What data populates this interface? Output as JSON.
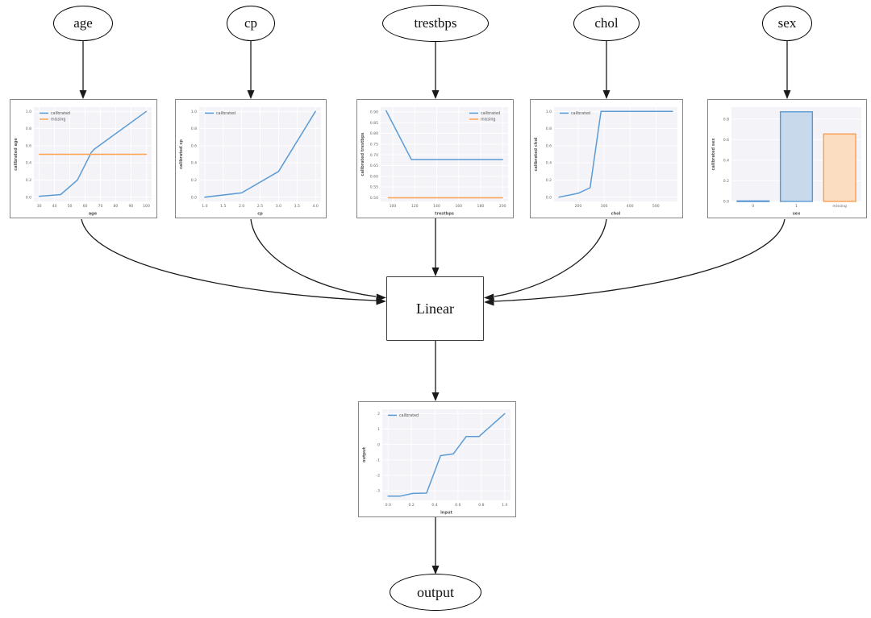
{
  "nodes": {
    "age": {
      "label": "age"
    },
    "cp": {
      "label": "cp"
    },
    "trestbps": {
      "label": "trestbps"
    },
    "chol": {
      "label": "chol"
    },
    "sex": {
      "label": "sex"
    },
    "linear": {
      "label": "Linear"
    },
    "output": {
      "label": "output"
    }
  },
  "colors": {
    "calibrated_line": "#5B9BD5",
    "missing_line": "#FFA14F",
    "plot_bg": "#f3f3f8",
    "grid": "#ffffff",
    "tick_text": "#666666",
    "axis_label_text": "#555555",
    "edge": "#1a1a1a"
  },
  "chart_data": [
    {
      "name": "age",
      "type": "line",
      "xlabel": "age",
      "ylabel": "calibrated age",
      "xlim": [
        26.5,
        103.5
      ],
      "ylim": [
        -0.05,
        1.05
      ],
      "xticks": [
        30,
        40,
        50,
        60,
        70,
        80,
        90,
        100
      ],
      "xtick_labels": [
        "30",
        "40",
        "50",
        "60",
        "70",
        "80",
        "90",
        "100"
      ],
      "yticks": [
        0.0,
        0.2,
        0.4,
        0.6,
        0.8,
        1.0
      ],
      "ytick_labels": [
        "0.0",
        "0.2",
        "0.4",
        "0.6",
        "0.8",
        "1.0"
      ],
      "legend": {
        "pos": "nw",
        "entries": [
          {
            "label": "calibrated",
            "color": "#5B9BD5"
          },
          {
            "label": "missing",
            "color": "#FFA14F"
          }
        ]
      },
      "series": [
        {
          "name": "calibrated",
          "color": "#5B9BD5",
          "points": [
            [
              30,
              0.01
            ],
            [
              44,
              0.03
            ],
            [
              55,
              0.2
            ],
            [
              64,
              0.52
            ],
            [
              66,
              0.56
            ],
            [
              100,
              1.0
            ]
          ]
        },
        {
          "name": "missing",
          "color": "#FFA14F",
          "points": [
            [
              30,
              0.5
            ],
            [
              100,
              0.5
            ]
          ]
        }
      ]
    },
    {
      "name": "cp",
      "type": "line",
      "xlabel": "cp",
      "ylabel": "calibrated cp",
      "xlim": [
        0.85,
        4.15
      ],
      "ylim": [
        -0.05,
        1.05
      ],
      "xticks": [
        1.0,
        1.5,
        2.0,
        2.5,
        3.0,
        3.5,
        4.0
      ],
      "xtick_labels": [
        "1.0",
        "1.5",
        "2.0",
        "2.5",
        "3.0",
        "3.5",
        "4.0"
      ],
      "yticks": [
        0.0,
        0.2,
        0.4,
        0.6,
        0.8,
        1.0
      ],
      "ytick_labels": [
        "0.0",
        "0.2",
        "0.4",
        "0.6",
        "0.8",
        "1.0"
      ],
      "legend": {
        "pos": "nw",
        "entries": [
          {
            "label": "calibrated",
            "color": "#5B9BD5"
          }
        ]
      },
      "series": [
        {
          "name": "calibrated",
          "color": "#5B9BD5",
          "points": [
            [
              1,
              0.0
            ],
            [
              2,
              0.05
            ],
            [
              3,
              0.3
            ],
            [
              4,
              1.0
            ]
          ]
        }
      ]
    },
    {
      "name": "trestbps",
      "type": "line",
      "xlabel": "trestbps",
      "ylabel": "calibrated trestbps",
      "xlim": [
        89,
        205
      ],
      "ylim": [
        0.483,
        0.922
      ],
      "xticks": [
        100,
        120,
        140,
        160,
        180,
        200
      ],
      "xtick_labels": [
        "100",
        "120",
        "140",
        "160",
        "180",
        "200"
      ],
      "yticks": [
        0.5,
        0.55,
        0.6,
        0.65,
        0.7,
        0.75,
        0.8,
        0.85,
        0.9
      ],
      "ytick_labels": [
        "0.50",
        "0.55",
        "0.60",
        "0.65",
        "0.70",
        "0.75",
        "0.80",
        "0.85",
        "0.90"
      ],
      "legend": {
        "pos": "ne",
        "entries": [
          {
            "label": "calibrated",
            "color": "#5B9BD5"
          },
          {
            "label": "missing",
            "color": "#FFA14F"
          }
        ]
      },
      "series": [
        {
          "name": "calibrated",
          "color": "#5B9BD5",
          "points": [
            [
              94,
              0.905
            ],
            [
              117,
              0.678
            ],
            [
              200,
              0.678
            ]
          ]
        },
        {
          "name": "missing",
          "color": "#FFA14F",
          "points": [
            [
              96,
              0.5
            ],
            [
              200,
              0.5
            ]
          ]
        }
      ]
    },
    {
      "name": "chol",
      "type": "line",
      "xlabel": "chol",
      "ylabel": "calibrated chol",
      "xlim": [
        107,
        583
      ],
      "ylim": [
        -0.05,
        1.05
      ],
      "xticks": [
        200,
        300,
        400,
        500
      ],
      "xtick_labels": [
        "200",
        "300",
        "400",
        "500"
      ],
      "yticks": [
        0.0,
        0.2,
        0.4,
        0.6,
        0.8,
        1.0
      ],
      "ytick_labels": [
        "0.0",
        "0.2",
        "0.4",
        "0.6",
        "0.8",
        "1.0"
      ],
      "legend": {
        "pos": "nw",
        "entries": [
          {
            "label": "calibrated",
            "color": "#5B9BD5"
          }
        ]
      },
      "series": [
        {
          "name": "calibrated",
          "color": "#5B9BD5",
          "points": [
            [
              126,
              0.0
            ],
            [
              200,
              0.045
            ],
            [
              246,
              0.11
            ],
            [
              288,
              1.0
            ],
            [
              564,
              1.0
            ]
          ]
        }
      ]
    },
    {
      "name": "sex",
      "type": "bar",
      "xlabel": "sex",
      "ylabel": "calibrated sex",
      "ylim": [
        0,
        0.915
      ],
      "yticks": [
        0.0,
        0.2,
        0.4,
        0.6,
        0.8
      ],
      "ytick_labels": [
        "0.0",
        "0.2",
        "0.4",
        "0.6",
        "0.8"
      ],
      "categories": [
        "0",
        "1",
        "missing"
      ],
      "values": [
        0.005,
        0.87,
        0.655
      ],
      "bars": [
        {
          "stroke": "#5B9BD5",
          "fill": "#C7D9EB"
        },
        {
          "stroke": "#5B9BD5",
          "fill": "#C7D9EB"
        },
        {
          "stroke": "#FB9C4F",
          "fill": "#FBDEC2"
        }
      ],
      "legend": null
    },
    {
      "name": "output",
      "type": "line",
      "xlabel": "input",
      "ylabel": "output",
      "xlim": [
        -0.05,
        1.05
      ],
      "ylim": [
        -3.62,
        2.28
      ],
      "xticks": [
        0.0,
        0.2,
        0.4,
        0.6,
        0.8,
        1.0
      ],
      "xtick_labels": [
        "0.0",
        "0.2",
        "0.4",
        "0.6",
        "0.8",
        "1.0"
      ],
      "yticks": [
        -3,
        -2,
        -1,
        0,
        1,
        2
      ],
      "ytick_labels": [
        "-3",
        "-2",
        "-1",
        "0",
        "1",
        "2"
      ],
      "legend": {
        "pos": "nw",
        "entries": [
          {
            "label": "calibrated",
            "color": "#5B9BD5"
          }
        ]
      },
      "series": [
        {
          "name": "calibrated",
          "color": "#5B9BD5",
          "points": [
            [
              0,
              -3.35
            ],
            [
              0.1,
              -3.35
            ],
            [
              0.21,
              -3.17
            ],
            [
              0.33,
              -3.15
            ],
            [
              0.45,
              -0.72
            ],
            [
              0.56,
              -0.6
            ],
            [
              0.67,
              0.52
            ],
            [
              0.78,
              0.52
            ],
            [
              1.0,
              2.0
            ]
          ]
        }
      ]
    }
  ]
}
